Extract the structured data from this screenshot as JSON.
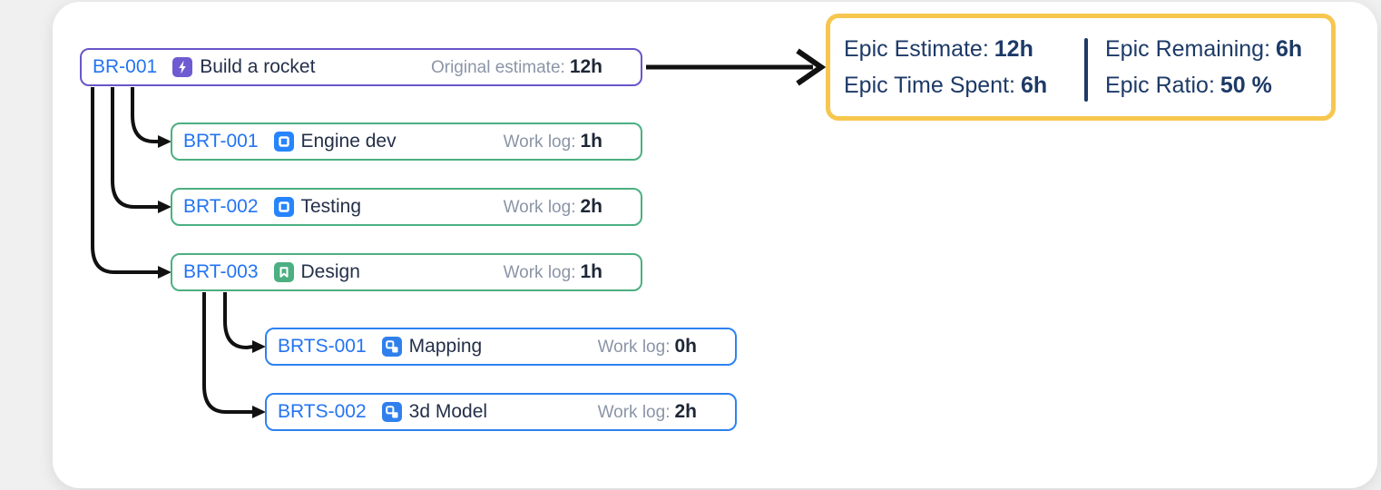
{
  "epic": {
    "key": "BR-001",
    "icon": "epic-lightning-icon",
    "summary": "Build a rocket",
    "metric_label": "Original estimate:",
    "metric_value": "12h"
  },
  "tasks": [
    {
      "key": "BRT-001",
      "icon": "task-icon",
      "summary": "Engine dev",
      "metric_label": "Work log:",
      "metric_value": "1h"
    },
    {
      "key": "BRT-002",
      "icon": "task-icon",
      "summary": "Testing",
      "metric_label": "Work log:",
      "metric_value": "2h"
    },
    {
      "key": "BRT-003",
      "icon": "story-icon",
      "summary": "Design",
      "metric_label": "Work log:",
      "metric_value": "1h"
    }
  ],
  "subtasks": [
    {
      "key": "BRTS-001",
      "icon": "subtask-icon",
      "summary": "Mapping",
      "metric_label": "Work log:",
      "metric_value": "0h"
    },
    {
      "key": "BRTS-002",
      "icon": "subtask-icon",
      "summary": "3d Model",
      "metric_label": "Work log:",
      "metric_value": "2h"
    }
  ],
  "panel": {
    "left": [
      {
        "label": "Epic Estimate:",
        "value": "12h"
      },
      {
        "label": "Epic Time Spent:",
        "value": "6h"
      }
    ],
    "right": [
      {
        "label": "Epic Remaining:",
        "value": "6h"
      },
      {
        "label": "Epic Ratio:",
        "value": "50 %"
      }
    ]
  },
  "colors": {
    "epic_border": "#6957C9",
    "task_border": "#4CAF81",
    "subtask_border": "#2E82F0",
    "panel_border": "#F6C64E",
    "key_link_blue": "#2474F2",
    "summary_text": "#243049",
    "metric_label_gray": "#8b95a7",
    "panel_navy": "#1d3a67",
    "arrow_black": "#111111",
    "epic_icon_purple": "#6E5BD1",
    "task_icon_blue": "#2684FF",
    "story_icon_green": "#4CAF81",
    "subtask_icon_blue": "#2F80ED"
  }
}
